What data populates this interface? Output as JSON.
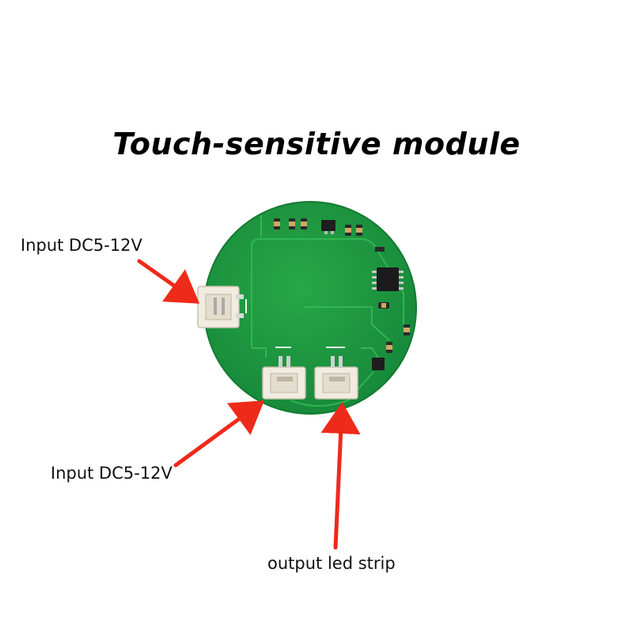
{
  "title": "Touch-sensitive module",
  "labels": {
    "input_top": "Input DC5-12V",
    "input_bottom": "Input DC5-12V",
    "output": "output led strip"
  },
  "colors": {
    "pcb": "#1f9a3e",
    "pcb_edge": "#178233",
    "trace": "#2eb54f",
    "arrow": "#ee2a1a",
    "connector": "#f1ece0"
  }
}
